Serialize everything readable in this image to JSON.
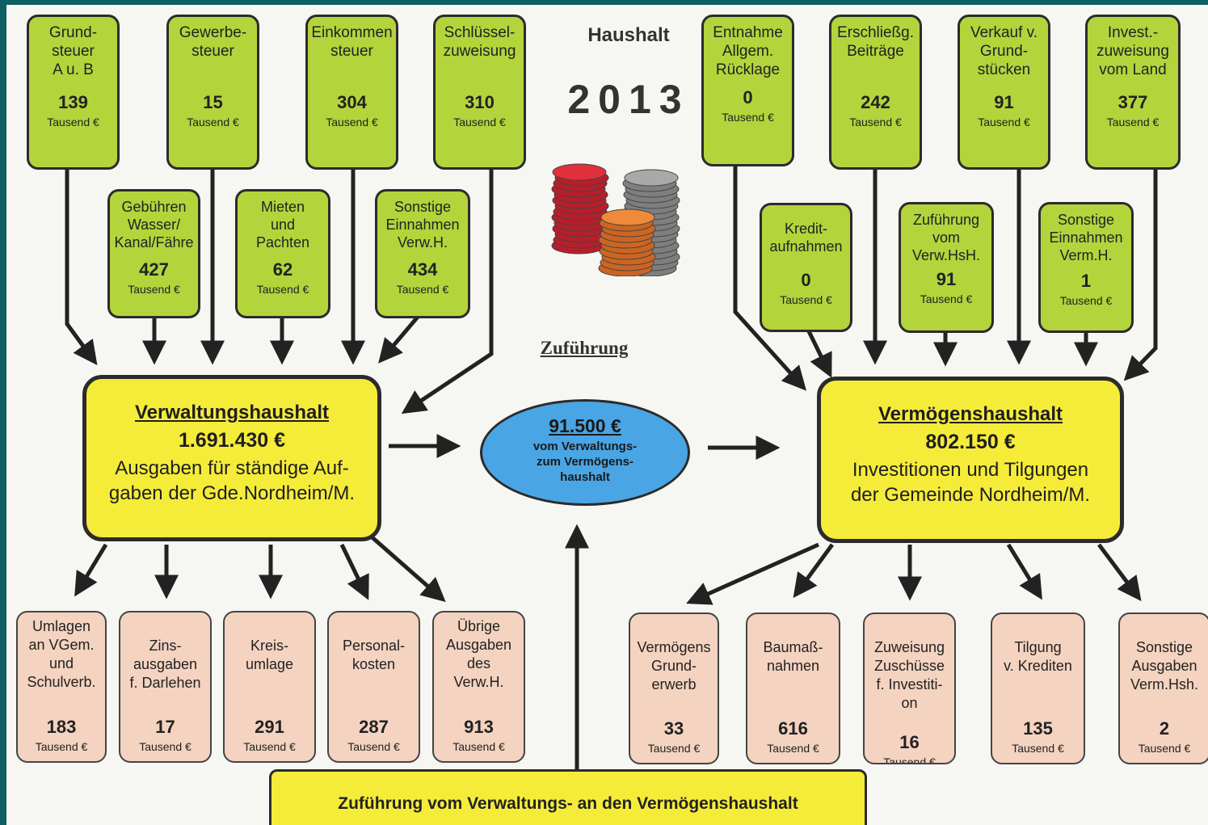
{
  "header": {
    "title": "Haushalt",
    "year": "2013"
  },
  "income_top": [
    {
      "id": "grundsteuer",
      "label": "Grund-\nsteuer\nA u. B",
      "value": "139",
      "unit": "Tausend €"
    },
    {
      "id": "gewerbesteuer",
      "label": "Gewerbe-\nsteuer",
      "value": "15",
      "unit": "Tausend €"
    },
    {
      "id": "einkommensteuer",
      "label": "Einkommen\nsteuer",
      "value": "304",
      "unit": "Tausend €"
    },
    {
      "id": "schluesselzuweisung",
      "label": "Schlüssel-\nzuweisung",
      "value": "310",
      "unit": "Tausend €"
    },
    {
      "id": "entnahme-ruecklage",
      "label": "Entnahme\nAllgem.\nRücklage",
      "value": "0",
      "unit": "Tausend €"
    },
    {
      "id": "erschliessung",
      "label": "Erschließg.\nBeiträge",
      "value": "242",
      "unit": "Tausend €"
    },
    {
      "id": "verkauf-grundstuecke",
      "label": "Verkauf v.\nGrund-\nstücken",
      "value": "91",
      "unit": "Tausend €"
    },
    {
      "id": "invest-zuweisung",
      "label": "Invest.-\nzuweisung\nvom Land",
      "value": "377",
      "unit": "Tausend €"
    }
  ],
  "income_mid": [
    {
      "id": "gebuehren",
      "label": "Gebühren\nWasser/\nKanal/Fähre",
      "value": "427",
      "unit": "Tausend €"
    },
    {
      "id": "mieten-pachten",
      "label": "Mieten\nund\nPachten",
      "value": "62",
      "unit": "Tausend €"
    },
    {
      "id": "sonstige-verw",
      "label": "Sonstige\nEinnahmen\nVerw.H.",
      "value": "434",
      "unit": "Tausend €"
    },
    {
      "id": "kreditaufnahmen",
      "label": "Kredit-\naufnahmen",
      "value": "0",
      "unit": "Tausend €"
    },
    {
      "id": "zufuehrung-verwhsh",
      "label": "Zuführung\nvom\nVerw.HsH.",
      "value": "91",
      "unit": "Tausend €"
    },
    {
      "id": "sonstige-verm",
      "label": "Sonstige\nEinnahmen\nVerm.H.",
      "value": "1",
      "unit": "Tausend €"
    }
  ],
  "verwaltung": {
    "title": "Verwaltungshaushalt",
    "amount": "1.691.430 €",
    "description": "Ausgaben für ständige Auf-\ngaben der Gde.Nordheim/M."
  },
  "vermoegen": {
    "title": "Vermögenshaushalt",
    "amount": "802.150 €",
    "description": "Investitionen und Tilgungen\nder Gemeinde Nordheim/M."
  },
  "zufuehrung": {
    "label": "Zuführung",
    "amount": "91.500 €",
    "description": "vom Verwaltungs-\nzum Vermögens-\nhaushalt"
  },
  "expenses": [
    {
      "id": "umlagen",
      "label": "Umlagen\nan VGem.\nund\nSchulverb.",
      "value": "183",
      "unit": "Tausend €"
    },
    {
      "id": "zinsausgaben",
      "label": "Zins-\nausgaben\nf. Darlehen",
      "value": "17",
      "unit": "Tausend €"
    },
    {
      "id": "kreisumlage",
      "label": "Kreis-\numlage",
      "value": "291",
      "unit": "Tausend €"
    },
    {
      "id": "personalkosten",
      "label": "Personal-\nkosten",
      "value": "287",
      "unit": "Tausend €"
    },
    {
      "id": "uebrige-ausgaben",
      "label": "Übrige\nAusgaben\ndes\nVerw.H.",
      "value": "913",
      "unit": "Tausend €"
    },
    {
      "id": "vermoegens-grunderwerb",
      "label": "Vermögens\nGrund-\nerwerb",
      "value": "33",
      "unit": "Tausend €"
    },
    {
      "id": "baumassnahmen",
      "label": "Baumaß-\nnahmen",
      "value": "616",
      "unit": "Tausend €"
    },
    {
      "id": "zuweisung-zuschuesse",
      "label": "Zuweisung\nZuschüsse\nf. Investiti-\non",
      "value": "16",
      "unit": "Tausend €"
    },
    {
      "id": "tilgung-krediten",
      "label": "Tilgung\nv. Krediten",
      "value": "135",
      "unit": "Tausend €"
    },
    {
      "id": "sonstige-ausgaben",
      "label": "Sonstige\nAusgaben\nVerm.Hsh.",
      "value": "2",
      "unit": "Tausend €"
    }
  ],
  "footer": {
    "label": "Zuführung vom Verwaltungs- an den Vermögenshaushalt"
  },
  "colors": {
    "income_box": "#b4d43c",
    "main_box": "#f5ec3a",
    "expense_box": "#f4d3c0",
    "ellipse": "#4aa5e4",
    "frame": "#0e5f61"
  },
  "illustration": {
    "icon": "coin-stacks-icon"
  }
}
